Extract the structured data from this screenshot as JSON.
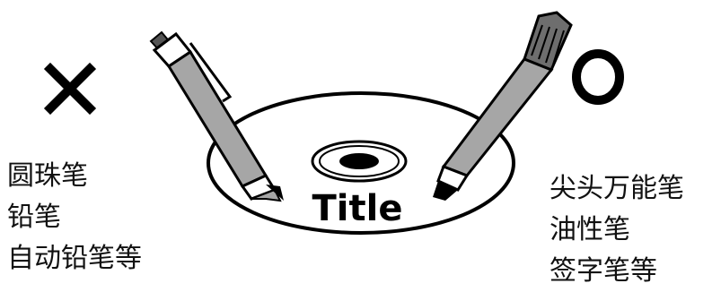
{
  "disc": {
    "title": "Title"
  },
  "bad_mark": {
    "symbol": "×",
    "icon": "cross-icon"
  },
  "good_mark": {
    "symbol": "○",
    "icon": "circle-icon"
  },
  "not_recommended": {
    "items": [
      "圆珠笔",
      "铅笔",
      "自动铅笔等"
    ]
  },
  "recommended": {
    "items": [
      "尖头万能笔",
      "油性笔",
      "签字笔等"
    ]
  },
  "colors": {
    "ink": "#000000",
    "pen_body": "#a6a6a6",
    "background": "#ffffff"
  }
}
